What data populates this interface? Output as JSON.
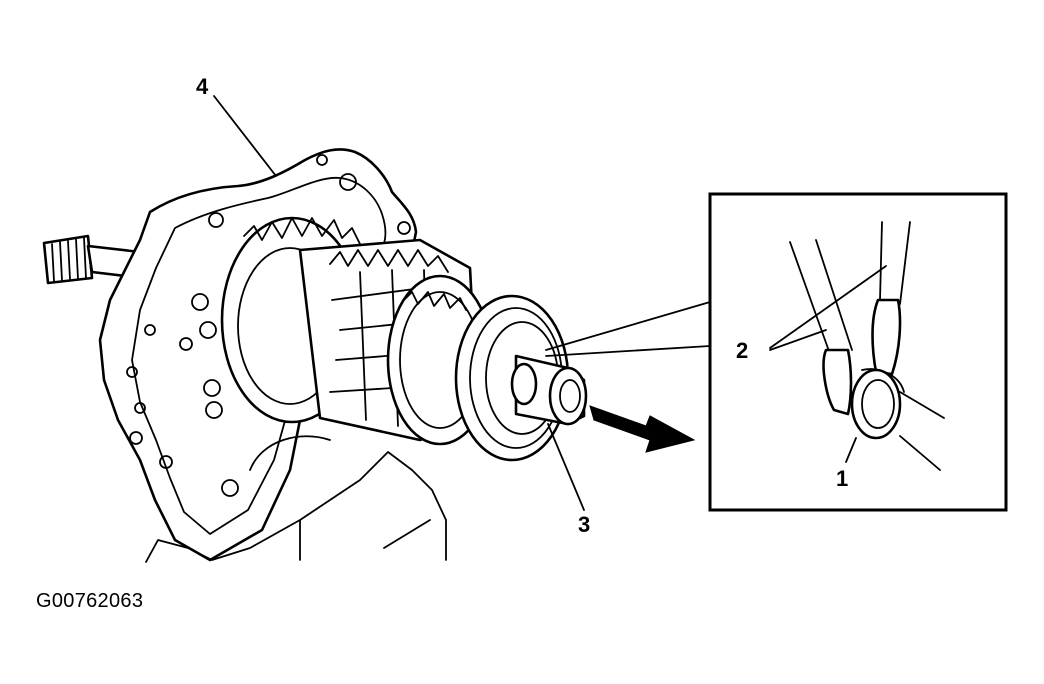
{
  "callouts": {
    "label_1": "1",
    "label_2": "2",
    "label_3": "3",
    "label_4": "4"
  },
  "figure_id": "G00762063",
  "colors": {
    "ink": "#000000",
    "background": "#ffffff"
  }
}
